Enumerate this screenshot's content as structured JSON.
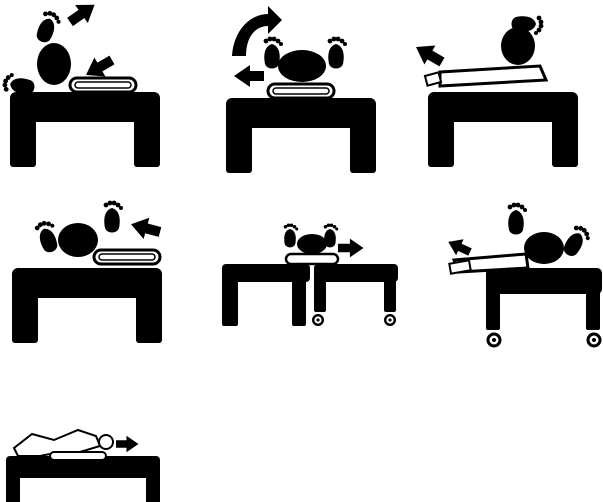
{
  "figure": {
    "kind": "patient-transfer-sequence",
    "panels": [
      {
        "id": 1,
        "step": "lift-head-and-feet-on-table",
        "arrows": [
          "up-right",
          "down-left"
        ]
      },
      {
        "id": 2,
        "step": "roll-patient-on-sheet",
        "arrows": [
          "curved-clockwise",
          "left"
        ]
      },
      {
        "id": 3,
        "step": "slide-patient-off-table",
        "arrows": [
          "up-left"
        ]
      },
      {
        "id": 4,
        "step": "reposition-patient",
        "arrows": [
          "left"
        ]
      },
      {
        "id": 5,
        "step": "transfer-between-table-and-stretcher",
        "arrows": [
          "right"
        ]
      },
      {
        "id": 6,
        "step": "slide-patient-onto-wheeled-stretcher",
        "arrows": [
          "up-left"
        ]
      },
      {
        "id": 7,
        "step": "patient-supine-on-table",
        "arrows": [
          "right"
        ]
      }
    ]
  },
  "colors": {
    "ink": "#000000",
    "paper": "#ffffff"
  }
}
